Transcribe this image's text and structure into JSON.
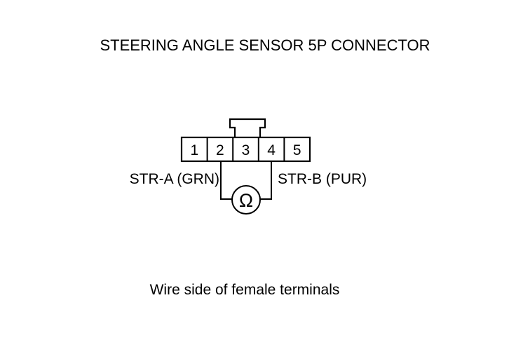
{
  "title": "STEERING ANGLE SENSOR 5P CONNECTOR",
  "terminals": [
    "1",
    "2",
    "3",
    "4",
    "5"
  ],
  "probe_left": {
    "terminal": "2",
    "label": "STR-A (GRN)"
  },
  "probe_right": {
    "terminal": "4",
    "label": "STR-B (PUR)"
  },
  "meter_symbol": "Ω",
  "caption": "Wire side of female terminals"
}
